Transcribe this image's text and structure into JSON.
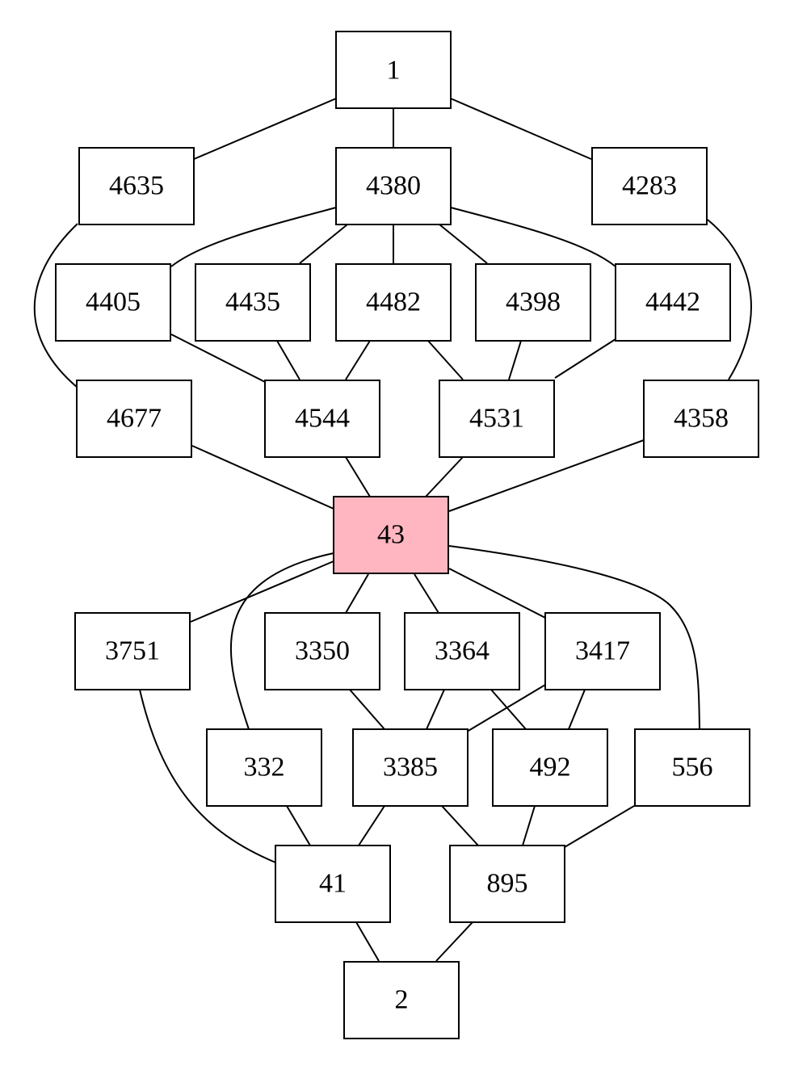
{
  "nodes": [
    {
      "id": "n1",
      "label": "1"
    },
    {
      "id": "n4635",
      "label": "4635"
    },
    {
      "id": "n4380",
      "label": "4380"
    },
    {
      "id": "n4283",
      "label": "4283"
    },
    {
      "id": "n4405",
      "label": "4405"
    },
    {
      "id": "n4435",
      "label": "4435"
    },
    {
      "id": "n4482",
      "label": "4482"
    },
    {
      "id": "n4398",
      "label": "4398"
    },
    {
      "id": "n4442",
      "label": "4442"
    },
    {
      "id": "n4677",
      "label": "4677"
    },
    {
      "id": "n4544",
      "label": "4544"
    },
    {
      "id": "n4531",
      "label": "4531"
    },
    {
      "id": "n4358",
      "label": "4358"
    },
    {
      "id": "n43",
      "label": "43",
      "highlighted": true
    },
    {
      "id": "n3751",
      "label": "3751"
    },
    {
      "id": "n3350",
      "label": "3350"
    },
    {
      "id": "n3364",
      "label": "3364"
    },
    {
      "id": "n3417",
      "label": "3417"
    },
    {
      "id": "n332",
      "label": "332"
    },
    {
      "id": "n3385",
      "label": "3385"
    },
    {
      "id": "n492",
      "label": "492"
    },
    {
      "id": "n556",
      "label": "556"
    },
    {
      "id": "n41",
      "label": "41"
    },
    {
      "id": "n895",
      "label": "895"
    },
    {
      "id": "n2",
      "label": "2"
    }
  ],
  "edges": [
    [
      "n1",
      "n4635"
    ],
    [
      "n1",
      "n4380"
    ],
    [
      "n1",
      "n4283"
    ],
    [
      "n4635",
      "n4677"
    ],
    [
      "n4380",
      "n4405"
    ],
    [
      "n4380",
      "n4435"
    ],
    [
      "n4380",
      "n4482"
    ],
    [
      "n4380",
      "n4398"
    ],
    [
      "n4380",
      "n4442"
    ],
    [
      "n4283",
      "n4358"
    ],
    [
      "n4405",
      "n4544"
    ],
    [
      "n4435",
      "n4544"
    ],
    [
      "n4482",
      "n4544"
    ],
    [
      "n4482",
      "n4531"
    ],
    [
      "n4398",
      "n4531"
    ],
    [
      "n4442",
      "n4531"
    ],
    [
      "n4677",
      "n43"
    ],
    [
      "n4544",
      "n43"
    ],
    [
      "n4531",
      "n43"
    ],
    [
      "n4358",
      "n43"
    ],
    [
      "n43",
      "n3751"
    ],
    [
      "n43",
      "n3350"
    ],
    [
      "n43",
      "n3364"
    ],
    [
      "n43",
      "n3417"
    ],
    [
      "n43",
      "n332"
    ],
    [
      "n43",
      "n556"
    ],
    [
      "n3350",
      "n3385"
    ],
    [
      "n3364",
      "n3385"
    ],
    [
      "n3364",
      "n492"
    ],
    [
      "n3417",
      "n3385"
    ],
    [
      "n3417",
      "n492"
    ],
    [
      "n3751",
      "n41"
    ],
    [
      "n332",
      "n41"
    ],
    [
      "n3385",
      "n41"
    ],
    [
      "n3385",
      "n895"
    ],
    [
      "n492",
      "n895"
    ],
    [
      "n556",
      "n895"
    ],
    [
      "n41",
      "n2"
    ],
    [
      "n895",
      "n2"
    ]
  ],
  "colors": {
    "highlight_fill": "#ffb6c1",
    "node_fill": "#ffffff",
    "stroke": "#000000"
  }
}
